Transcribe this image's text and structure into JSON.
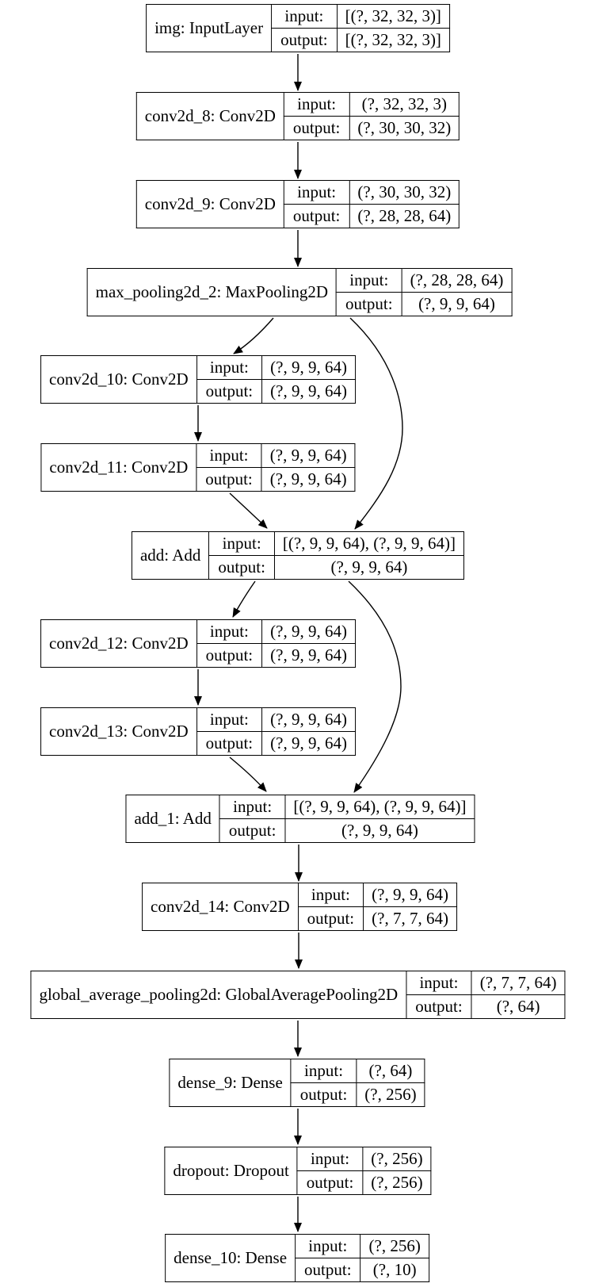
{
  "diagram": {
    "kind": "keras-model-graph",
    "input_label": "input:",
    "output_label": "output:",
    "colors": {
      "background": "#ffffff",
      "node_border": "#000000",
      "edge": "#000000",
      "text": "#000000"
    },
    "nodes": [
      {
        "id": "img",
        "label": "img: InputLayer",
        "input": "[(?, 32, 32, 3)]",
        "output": "[(?, 32, 32, 3)]"
      },
      {
        "id": "conv2d_8",
        "label": "conv2d_8: Conv2D",
        "input": "(?, 32, 32, 3)",
        "output": "(?, 30, 30, 32)"
      },
      {
        "id": "conv2d_9",
        "label": "conv2d_9: Conv2D",
        "input": "(?, 30, 30, 32)",
        "output": "(?, 28, 28, 64)"
      },
      {
        "id": "max_pooling2d_2",
        "label": "max_pooling2d_2: MaxPooling2D",
        "input": "(?, 28, 28, 64)",
        "output": "(?, 9, 9, 64)"
      },
      {
        "id": "conv2d_10",
        "label": "conv2d_10: Conv2D",
        "input": "(?, 9, 9, 64)",
        "output": "(?, 9, 9, 64)"
      },
      {
        "id": "conv2d_11",
        "label": "conv2d_11: Conv2D",
        "input": "(?, 9, 9, 64)",
        "output": "(?, 9, 9, 64)"
      },
      {
        "id": "add",
        "label": "add: Add",
        "input": "[(?, 9, 9, 64), (?, 9, 9, 64)]",
        "output": "(?, 9, 9, 64)"
      },
      {
        "id": "conv2d_12",
        "label": "conv2d_12: Conv2D",
        "input": "(?, 9, 9, 64)",
        "output": "(?, 9, 9, 64)"
      },
      {
        "id": "conv2d_13",
        "label": "conv2d_13: Conv2D",
        "input": "(?, 9, 9, 64)",
        "output": "(?, 9, 9, 64)"
      },
      {
        "id": "add_1",
        "label": "add_1: Add",
        "input": "[(?, 9, 9, 64), (?, 9, 9, 64)]",
        "output": "(?, 9, 9, 64)"
      },
      {
        "id": "conv2d_14",
        "label": "conv2d_14: Conv2D",
        "input": "(?, 9, 9, 64)",
        "output": "(?, 7, 7, 64)"
      },
      {
        "id": "global_average_pooling2d",
        "label": "global_average_pooling2d: GlobalAveragePooling2D",
        "input": "(?, 7, 7, 64)",
        "output": "(?, 64)"
      },
      {
        "id": "dense_9",
        "label": "dense_9: Dense",
        "input": "(?, 64)",
        "output": "(?, 256)"
      },
      {
        "id": "dropout",
        "label": "dropout: Dropout",
        "input": "(?, 256)",
        "output": "(?, 256)"
      },
      {
        "id": "dense_10",
        "label": "dense_10: Dense",
        "input": "(?, 256)",
        "output": "(?, 10)"
      }
    ],
    "edges": [
      {
        "from": "img",
        "to": "conv2d_8"
      },
      {
        "from": "conv2d_8",
        "to": "conv2d_9"
      },
      {
        "from": "conv2d_9",
        "to": "max_pooling2d_2"
      },
      {
        "from": "max_pooling2d_2",
        "to": "conv2d_10"
      },
      {
        "from": "max_pooling2d_2",
        "to": "add"
      },
      {
        "from": "conv2d_10",
        "to": "conv2d_11"
      },
      {
        "from": "conv2d_11",
        "to": "add"
      },
      {
        "from": "add",
        "to": "conv2d_12"
      },
      {
        "from": "add",
        "to": "add_1"
      },
      {
        "from": "conv2d_12",
        "to": "conv2d_13"
      },
      {
        "from": "conv2d_13",
        "to": "add_1"
      },
      {
        "from": "add_1",
        "to": "conv2d_14"
      },
      {
        "from": "conv2d_14",
        "to": "global_average_pooling2d"
      },
      {
        "from": "global_average_pooling2d",
        "to": "dense_9"
      },
      {
        "from": "dense_9",
        "to": "dropout"
      },
      {
        "from": "dropout",
        "to": "dense_10"
      }
    ]
  }
}
